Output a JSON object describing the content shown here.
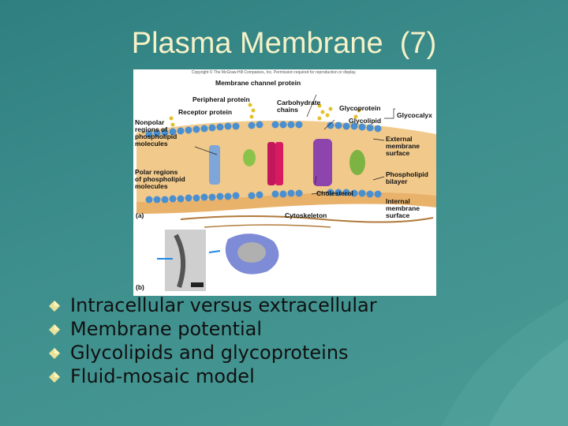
{
  "slide": {
    "title": "Plasma Membrane  (7)",
    "background_color": "#3a8a8a",
    "title_color": "#f6f2c8"
  },
  "figure": {
    "copyright": "Copyright © The McGraw-Hill Companies, Inc. Permission required for reproduction or display.",
    "panel_a": "(a)",
    "panel_b": "(b)",
    "labels": {
      "membrane_channel_protein": "Membrane channel protein",
      "peripheral_protein": "Peripheral protein",
      "receptor_protein": "Receptor protein",
      "carbohydrate_chains": "Carbohydrate\nchains",
      "glycoprotein": "Glycoprotein",
      "glycolipid": "Glycolipid",
      "glycocalyx": "Glycocalyx",
      "nonpolar_regions": "Nonpolar\nregions of\nphospholipid\nmolecules",
      "polar_regions": "Polar regions\nof phospholipid\nmolecules",
      "external_surface": "External\nmembrane\nsurface",
      "phospholipid_bilayer": "Phospholipid\nbilayer",
      "cholesterol": "Cholesterol",
      "internal_surface": "Internal\nmembrane\nsurface",
      "cytoskeleton": "Cytoskeleton"
    }
  },
  "bullets": [
    "Intracellular versus extracellular",
    "Membrane potential",
    "Glycolipids and glycoproteins",
    "Fluid-mosaic model"
  ],
  "bullet_icon": "diamond-bullet-icon"
}
